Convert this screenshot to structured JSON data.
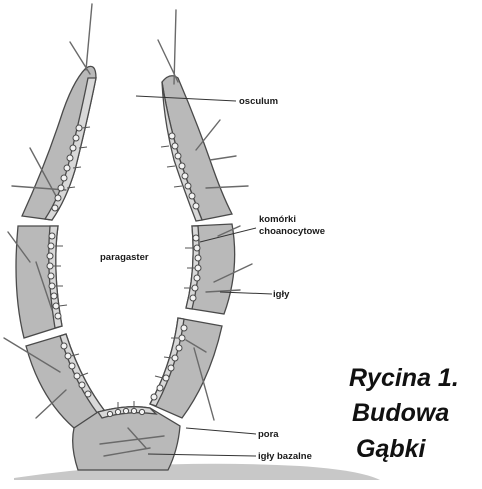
{
  "labels": {
    "osculum": "osculum",
    "paragaster": "paragaster",
    "choanocytes_line1": "komórki",
    "choanocytes_line2": "choanocytowe",
    "spicules": "igły",
    "pore": "pora",
    "basal_spicules": "igły bazalne"
  },
  "caption": {
    "line1": "Rycina 1.",
    "line2": "Budowa",
    "line3": "Gąbki"
  },
  "colors": {
    "wall_fill": "#b9b9b9",
    "wall_stroke": "#4a4a4a",
    "ground": "#c8c8c8",
    "collar_cell": "#f4f4f4"
  }
}
